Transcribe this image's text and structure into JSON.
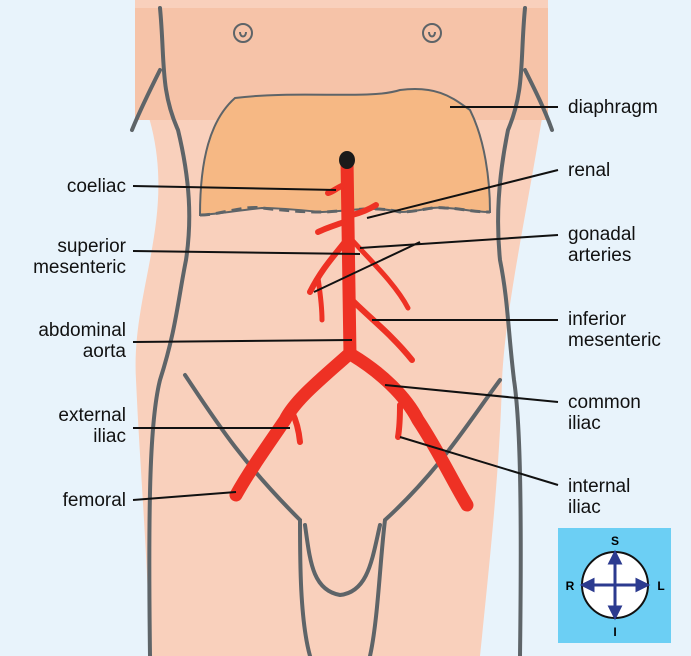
{
  "labels_left": [
    {
      "id": "coeliac",
      "lines": [
        "coeliac"
      ]
    },
    {
      "id": "superior-mesenteric",
      "lines": [
        "superior",
        "mesenteric"
      ]
    },
    {
      "id": "abdominal-aorta",
      "lines": [
        "abdominal",
        "aorta"
      ]
    },
    {
      "id": "external-iliac",
      "lines": [
        "external",
        "iliac"
      ]
    },
    {
      "id": "femoral",
      "lines": [
        "femoral"
      ]
    }
  ],
  "labels_right": [
    {
      "id": "diaphragm",
      "lines": [
        "diaphragm"
      ]
    },
    {
      "id": "renal",
      "lines": [
        "renal"
      ]
    },
    {
      "id": "gonadal-arteries",
      "lines": [
        "gonadal",
        "arteries"
      ]
    },
    {
      "id": "inferior-mesenteric",
      "lines": [
        "inferior",
        "mesenteric"
      ]
    },
    {
      "id": "common-iliac",
      "lines": [
        "common",
        "iliac"
      ]
    },
    {
      "id": "internal-iliac",
      "lines": [
        "internal",
        "iliac"
      ]
    }
  ],
  "compass": {
    "superior": "S",
    "inferior": "I",
    "right": "R",
    "left": "L"
  },
  "colors": {
    "background": "#e8f3fb",
    "skin": "#f9d0bc",
    "skin_upper": "#f6c3a8",
    "diaphragm": "#f6b884",
    "artery": "#ee3124",
    "outline": "#5e6468",
    "compass_bg": "#6ccff4",
    "compass_arrow": "#2b3a8f"
  }
}
